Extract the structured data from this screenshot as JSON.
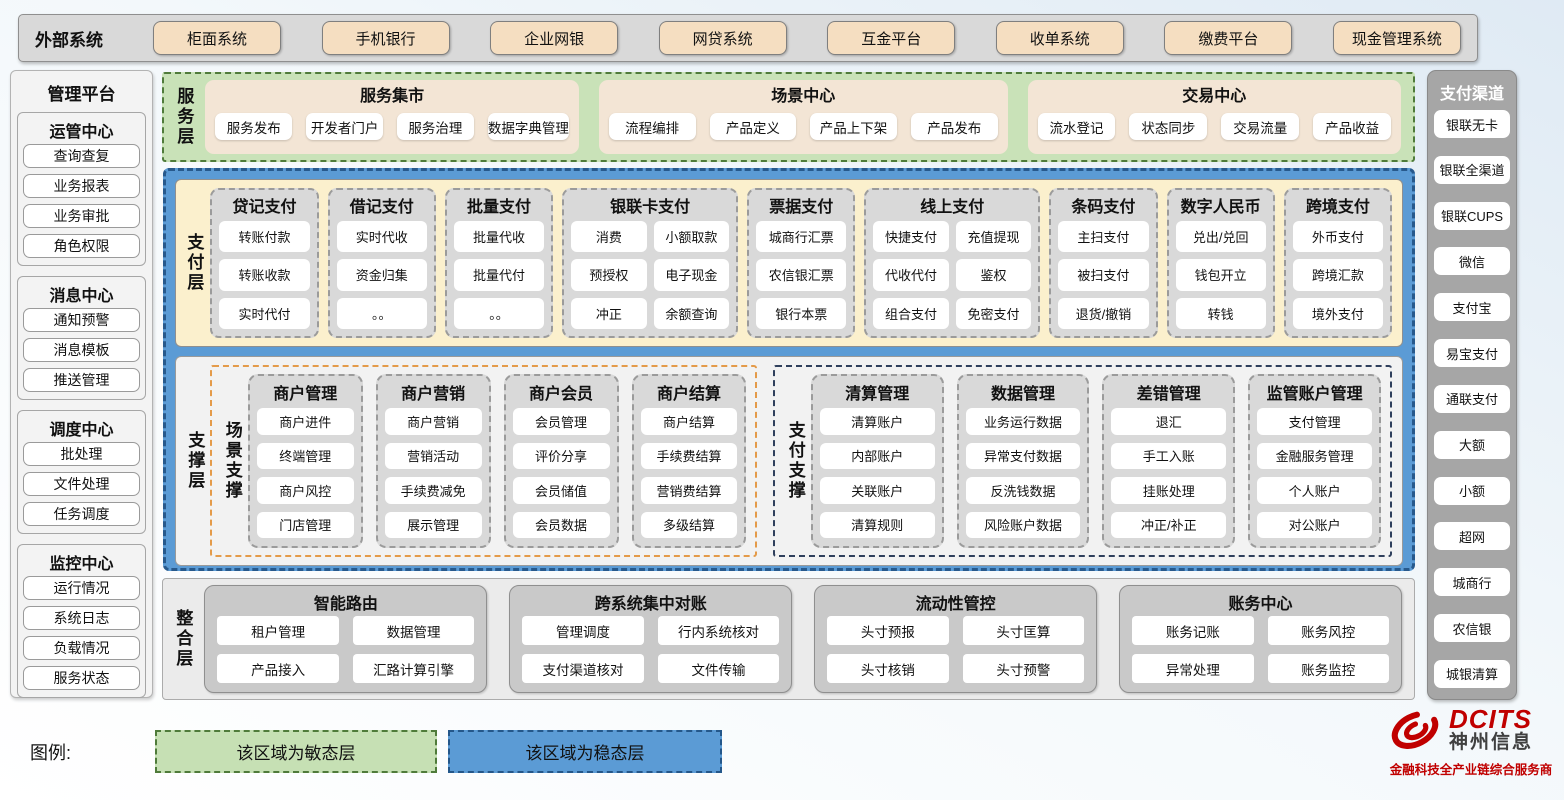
{
  "external_systems": {
    "label": "外部系统",
    "items": [
      "柜面系统",
      "手机银行",
      "企业网银",
      "网贷系统",
      "互金平台",
      "收单系统",
      "缴费平台",
      "现金管理系统"
    ]
  },
  "management_platform": {
    "title": "管理平台",
    "groups": [
      {
        "title": "运管中心",
        "items": [
          "查询查复",
          "业务报表",
          "业务审批",
          "角色权限"
        ]
      },
      {
        "title": "消息中心",
        "items": [
          "通知预警",
          "消息模板",
          "推送管理"
        ]
      },
      {
        "title": "调度中心",
        "items": [
          "批处理",
          "文件处理",
          "任务调度"
        ]
      },
      {
        "title": "监控中心",
        "items": [
          "运行情况",
          "系统日志",
          "负载情况",
          "服务状态"
        ]
      }
    ]
  },
  "service_layer": {
    "label": "服务层",
    "centers": [
      {
        "title": "服务集市",
        "items": [
          "服务发布",
          "开发者门户",
          "服务治理",
          "数据字典管理"
        ]
      },
      {
        "title": "场景中心",
        "items": [
          "流程编排",
          "产品定义",
          "产品上下架",
          "产品发布"
        ]
      },
      {
        "title": "交易中心",
        "items": [
          "流水登记",
          "状态同步",
          "交易流量",
          "产品收益"
        ]
      }
    ]
  },
  "payment_layer": {
    "label": "支付层",
    "groups": [
      {
        "title": "贷记支付",
        "items": [
          "转账付款",
          "转账收款",
          "实时代付"
        ]
      },
      {
        "title": "借记支付",
        "items": [
          "实时代收",
          "资金归集",
          "。。"
        ]
      },
      {
        "title": "批量支付",
        "items": [
          "批量代收",
          "批量代付",
          "。。"
        ]
      },
      {
        "title": "银联卡支付",
        "items": [
          "消费",
          "小额取款",
          "预授权",
          "电子现金",
          "冲正",
          "余额查询"
        ]
      },
      {
        "title": "票据支付",
        "items": [
          "城商行汇票",
          "农信银汇票",
          "银行本票"
        ]
      },
      {
        "title": "线上支付",
        "items": [
          "快捷支付",
          "充值提现",
          "代收代付",
          "鉴权",
          "组合支付",
          "免密支付"
        ]
      },
      {
        "title": "条码支付",
        "items": [
          "主扫支付",
          "被扫支付",
          "退货/撤销"
        ]
      },
      {
        "title": "数字人民币",
        "items": [
          "兑出/兑回",
          "钱包开立",
          "转钱"
        ]
      },
      {
        "title": "跨境支付",
        "items": [
          "外币支付",
          "跨境汇款",
          "境外支付"
        ]
      }
    ]
  },
  "support_layer": {
    "label": "支撑层",
    "scene_support": {
      "label": "场景支撑",
      "groups": [
        {
          "title": "商户管理",
          "items": [
            "商户进件",
            "终端管理",
            "商户风控",
            "门店管理"
          ]
        },
        {
          "title": "商户营销",
          "items": [
            "商户营销",
            "营销活动",
            "手续费减免",
            "展示管理"
          ]
        },
        {
          "title": "商户会员",
          "items": [
            "会员管理",
            "评价分享",
            "会员储值",
            "会员数据"
          ]
        },
        {
          "title": "商户结算",
          "items": [
            "商户结算",
            "手续费结算",
            "营销费结算",
            "多级结算"
          ]
        }
      ]
    },
    "payment_support": {
      "label": "支付支撑",
      "groups": [
        {
          "title": "清算管理",
          "items": [
            "清算账户",
            "内部账户",
            "关联账户",
            "清算规则"
          ]
        },
        {
          "title": "数据管理",
          "items": [
            "业务运行数据",
            "异常支付数据",
            "反洗钱数据",
            "风险账户数据"
          ]
        },
        {
          "title": "差错管理",
          "items": [
            "退汇",
            "手工入账",
            "挂账处理",
            "冲正/补正"
          ]
        },
        {
          "title": "监管账户管理",
          "items": [
            "支付管理",
            "金融服务管理",
            "个人账户",
            "对公账户"
          ]
        }
      ]
    }
  },
  "integration_layer": {
    "label": "整合层",
    "modules": [
      {
        "title": "智能路由",
        "items": [
          "租户管理",
          "数据管理",
          "产品接入",
          "汇路计算引擎"
        ]
      },
      {
        "title": "跨系统集中对账",
        "items": [
          "管理调度",
          "行内系统核对",
          "支付渠道核对",
          "文件传输"
        ]
      },
      {
        "title": "流动性管控",
        "items": [
          "头寸预报",
          "头寸匡算",
          "头寸核销",
          "头寸预警"
        ]
      },
      {
        "title": "账务中心",
        "items": [
          "账务记账",
          "账务风控",
          "异常处理",
          "账务监控"
        ]
      }
    ]
  },
  "payment_channels": {
    "title": "支付渠道",
    "items": [
      "银联无卡",
      "银联全渠道",
      "银联CUPS",
      "微信",
      "支付宝",
      "易宝支付",
      "通联支付",
      "大额",
      "小额",
      "超网",
      "城商行",
      "农信银",
      "城银清算"
    ]
  },
  "legend": {
    "label": "图例:",
    "agile_label": "该区域为敏态层",
    "stable_label": "该区域为稳态层",
    "agile_color": "#C6E0B4",
    "stable_color": "#5B9BD5"
  },
  "logo": {
    "brand": "DCITS",
    "company": "神州信息",
    "tagline": "金融科技全产业链综合服务商",
    "brand_color": "#C00000"
  }
}
